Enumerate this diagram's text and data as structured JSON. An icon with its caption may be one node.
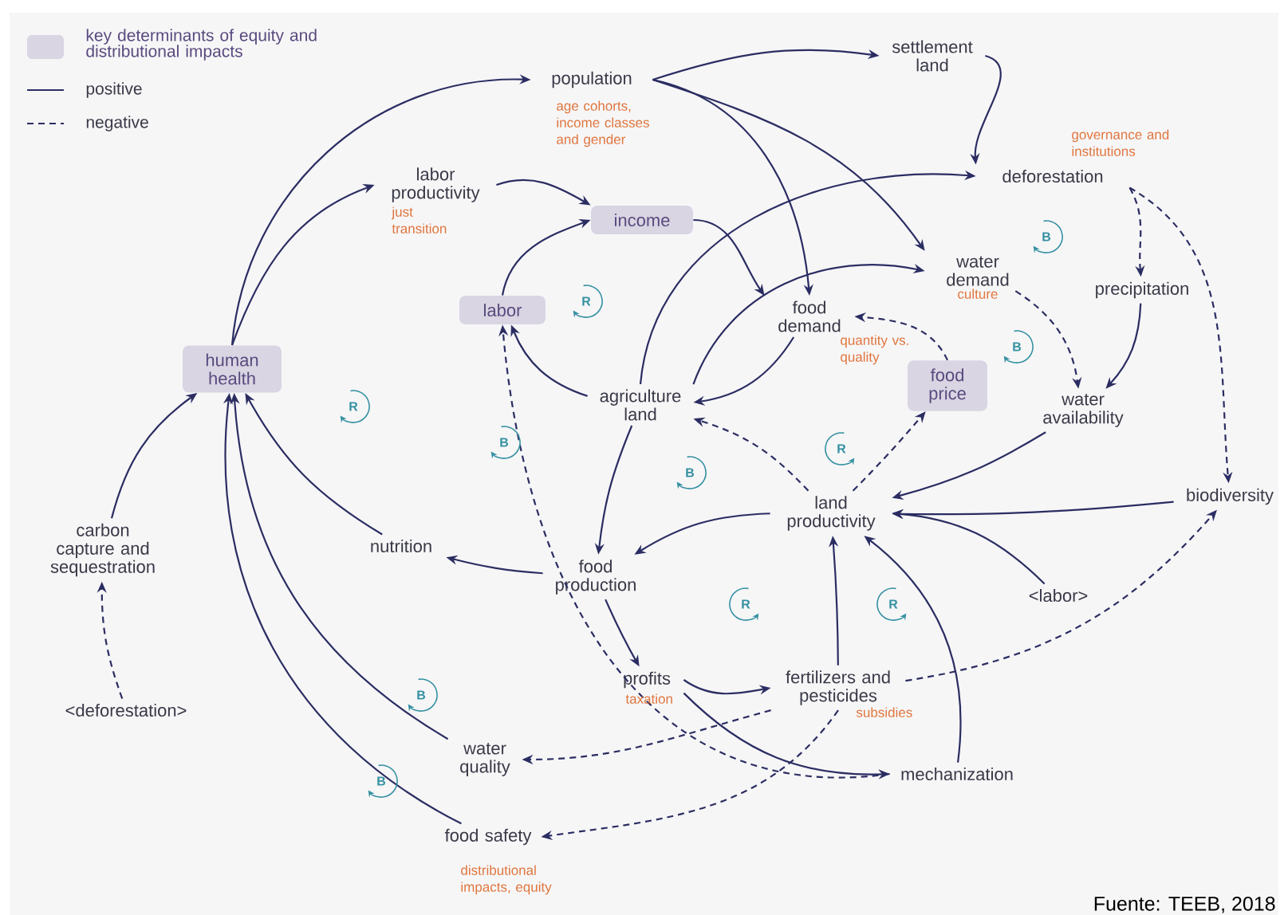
{
  "diagram": {
    "caption": "Fuente: TEEB, 2018",
    "nodes": [
      {
        "text": [
          "population"
        ],
        "beside": [
          "age cohorts, income classes and gender"
        ]
      },
      {
        "text": [
          "settlement land"
        ]
      },
      {
        "text": [
          "labor productivity"
        ],
        "beside": [
          "just transition"
        ]
      },
      {
        "text": [
          "income"
        ]
      },
      {
        "text": [
          "deforestation"
        ],
        "beside": [
          "governance and institutions"
        ]
      },
      {
        "text": [
          "labor"
        ]
      },
      {
        "text": [
          "water demand"
        ],
        "beside": [
          "culture"
        ]
      },
      {
        "text": [
          "precipitation"
        ]
      },
      {
        "text": [
          "food demand"
        ],
        "beside": [
          "quantity vs. quality"
        ]
      },
      {
        "text": [
          "human health"
        ]
      },
      {
        "text": [
          "food price"
        ]
      },
      {
        "text": [
          "agriculture land"
        ]
      },
      {
        "text": [
          "water availability"
        ]
      },
      {
        "text": [
          "land productivity"
        ]
      },
      {
        "text": [
          "biodiversity"
        ]
      },
      {
        "text": [
          "carbon capture and sequestration"
        ]
      },
      {
        "text": [
          "nutrition"
        ]
      },
      {
        "text": [
          "food production"
        ]
      },
      {
        "text": [
          "<labor>"
        ]
      },
      {
        "text": [
          "profits"
        ],
        "beside": [
          "taxation"
        ]
      },
      {
        "text": [
          "fertilizers and pesticides"
        ],
        "beside": [
          "subsidies"
        ]
      },
      {
        "text": [
          "<deforestation>"
        ]
      },
      {
        "text": [
          "water quality"
        ]
      },
      {
        "text": [
          "mechanization"
        ]
      },
      {
        "text": [
          "food safety"
        ],
        "beside": [
          "distributional impacts, equity"
        ]
      }
    ],
    "edges": [
      {
        "from": 9,
        "to": 0,
        "arrow": "to"
      },
      {
        "from": 9,
        "to": 2,
        "arrow": "to"
      },
      {
        "from": 2,
        "to": 3,
        "arrow": "to"
      },
      {
        "from": 5,
        "to": 3,
        "arrow": "to"
      },
      {
        "from": 0,
        "to": 1,
        "arrow": "to"
      },
      {
        "from": 0,
        "to": 8,
        "arrow": "to"
      },
      {
        "from": 0,
        "to": 6,
        "arrow": "to"
      },
      {
        "from": 1,
        "to": 4,
        "arrow": "to"
      },
      {
        "from": 3,
        "to": 8,
        "arrow": "to"
      },
      {
        "from": 11,
        "to": 4,
        "arrow": "to"
      },
      {
        "from": 11,
        "to": 6,
        "arrow": "to"
      },
      {
        "from": 8,
        "to": 11,
        "arrow": "to"
      },
      {
        "from": 11,
        "to": 5,
        "arrow": "to"
      },
      {
        "from": 11,
        "to": 17,
        "arrow": "to"
      },
      {
        "from": 10,
        "to": 8,
        "arrow": "to",
        "style": "dashed"
      },
      {
        "from": 6,
        "to": 12,
        "arrow": "to",
        "style": "dashed"
      },
      {
        "from": 4,
        "to": 7,
        "arrow": "to",
        "style": "dashed"
      },
      {
        "from": 4,
        "to": 14,
        "arrow": "to",
        "style": "dashed"
      },
      {
        "from": 7,
        "to": 12,
        "arrow": "to"
      },
      {
        "from": 12,
        "to": 13,
        "arrow": "to"
      },
      {
        "from": 14,
        "to": 13,
        "arrow": "to"
      },
      {
        "from": 18,
        "to": 13,
        "arrow": "to"
      },
      {
        "from": 23,
        "to": 13,
        "arrow": "to"
      },
      {
        "from": 20,
        "to": 13,
        "arrow": "to"
      },
      {
        "from": 13,
        "to": 11,
        "arrow": "to",
        "style": "dashed"
      },
      {
        "from": 13,
        "to": 10,
        "arrow": "to",
        "style": "dashed"
      },
      {
        "from": 13,
        "to": 17,
        "arrow": "to"
      },
      {
        "from": 17,
        "to": 16,
        "arrow": "to"
      },
      {
        "from": 17,
        "to": 19,
        "arrow": "to"
      },
      {
        "from": 16,
        "to": 9,
        "arrow": "to"
      },
      {
        "from": 15,
        "to": 9,
        "arrow": "to"
      },
      {
        "from": 21,
        "to": 15,
        "arrow": "to",
        "style": "dashed"
      },
      {
        "from": 22,
        "to": 9,
        "arrow": "to"
      },
      {
        "from": 24,
        "to": 9,
        "arrow": "to"
      },
      {
        "from": 19,
        "to": 20,
        "arrow": "to"
      },
      {
        "from": 19,
        "to": 23,
        "arrow": "to"
      },
      {
        "from": 20,
        "to": 14,
        "arrow": "to",
        "style": "dashed"
      },
      {
        "from": 20,
        "to": 22,
        "arrow": "to",
        "style": "dashed"
      },
      {
        "from": 20,
        "to": 24,
        "arrow": "to",
        "style": "dashed"
      },
      {
        "from": 23,
        "to": 5,
        "arrow": "to",
        "style": "dashed"
      }
    ],
    "labels": [
      "R",
      "R",
      "B",
      "B",
      "R",
      "B",
      "B",
      "R",
      "R",
      "B",
      "B"
    ],
    "legend": [
      {
        "text": "key determinants of equity and distributional impacts",
        "color": "#d9d5e3"
      },
      {
        "text": "positive"
      },
      {
        "text": "negative"
      }
    ]
  }
}
